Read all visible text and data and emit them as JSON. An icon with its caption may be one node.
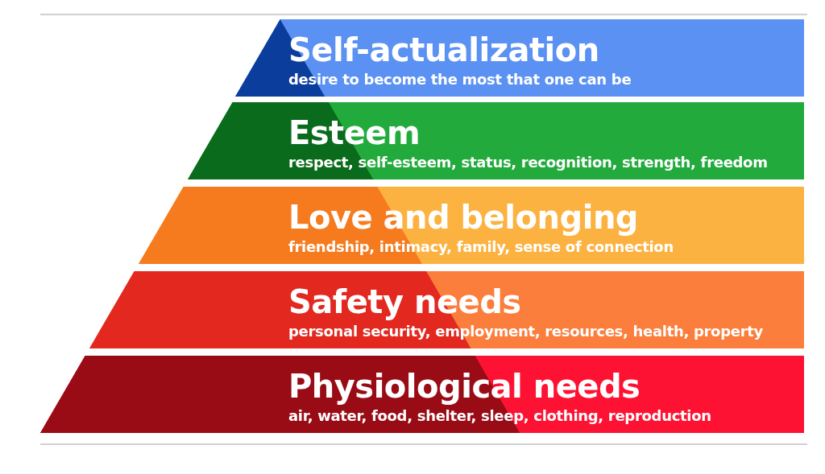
{
  "diagram": {
    "nodes": [
      {
        "text": [
          "Self-actualization",
          "desire to become the most that one can be"
        ]
      },
      {
        "text": [
          "Esteem",
          "respect, self-esteem, status, recognition, strength, freedom"
        ]
      },
      {
        "text": [
          "Love and belonging",
          "friendship, intimacy, family, sense of connection"
        ]
      },
      {
        "text": [
          "Safety needs",
          "personal security, employment, resources, health, property"
        ]
      },
      {
        "text": [
          "Physiological needs",
          "air, water, food, shelter, sleep, clothing, reproduction"
        ]
      }
    ]
  }
}
